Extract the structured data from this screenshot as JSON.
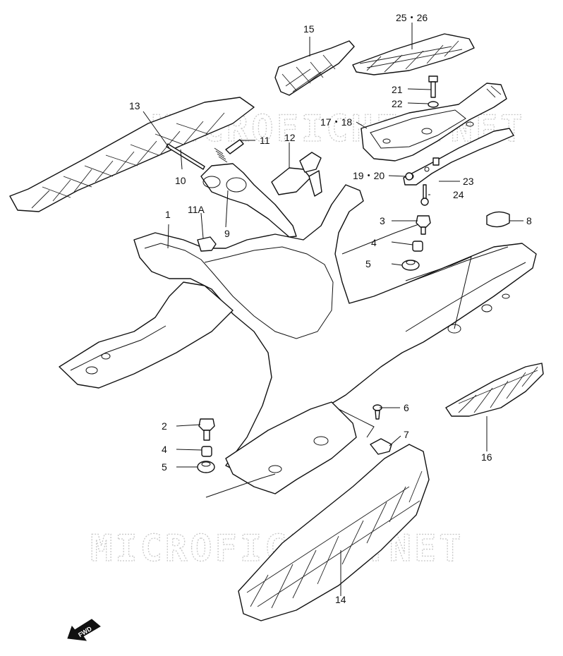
{
  "watermark": "MICROFICHES.NET",
  "direction_badge": "FWD",
  "callouts": {
    "c1": "1",
    "c2": "2",
    "c3": "3",
    "c4a": "4",
    "c4b": "4",
    "c5a": "5",
    "c5b": "5",
    "c6": "6",
    "c7": "7",
    "c8": "8",
    "c9": "9",
    "c10": "10",
    "c11": "11",
    "c11a": "11A",
    "c12": "12",
    "c13": "13",
    "c14": "14",
    "c15": "15",
    "c16": "16",
    "c17_18": "17・18",
    "c19_20": "19・20",
    "c21": "21",
    "c22": "22",
    "c23": "23",
    "c24": "24",
    "c25_26": "25・26"
  }
}
